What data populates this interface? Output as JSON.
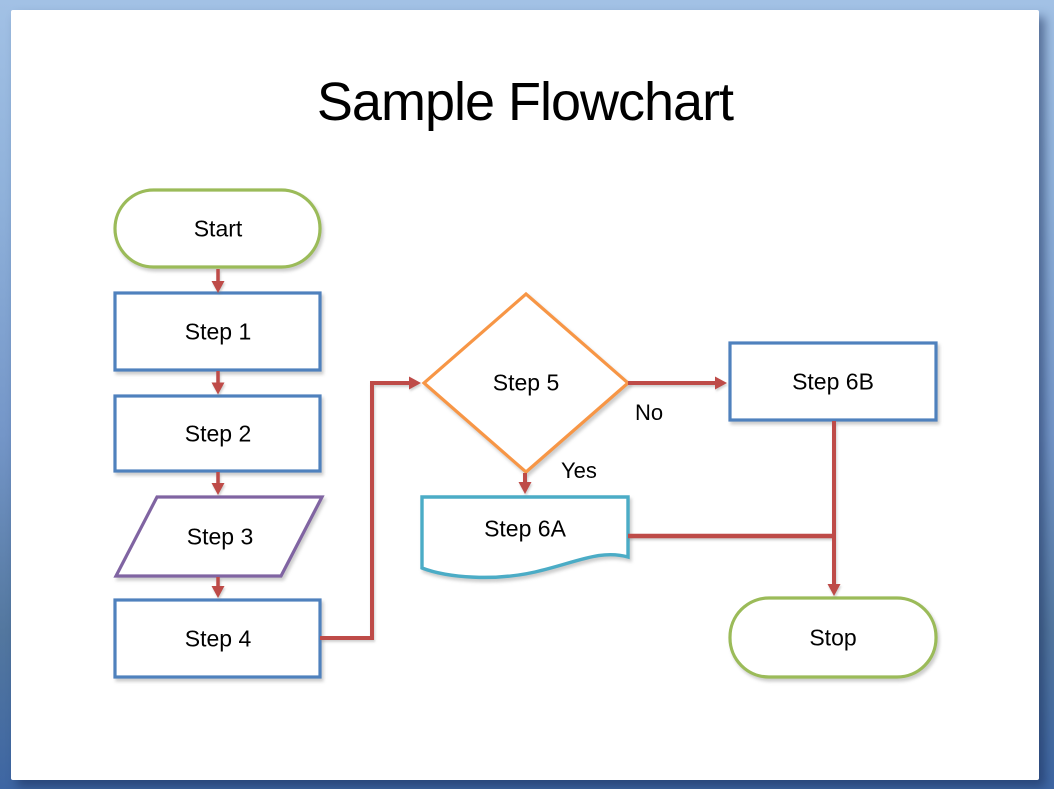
{
  "slide": {
    "title": "Sample Flowchart",
    "canvas_color": "#FFFFFF",
    "frame_gradient_top": "#A2C1E5",
    "frame_gradient_bottom": "#3E66A3"
  },
  "flowchart": {
    "connector_color": "#BE4B48",
    "edge_labels": {
      "yes": "Yes",
      "no": "No"
    },
    "nodes": [
      {
        "id": "start",
        "label": "Start",
        "shape": "terminator",
        "color": "#9BBB59"
      },
      {
        "id": "step1",
        "label": "Step 1",
        "shape": "process",
        "color": "#4F81BD"
      },
      {
        "id": "step2",
        "label": "Step 2",
        "shape": "process",
        "color": "#4F81BD"
      },
      {
        "id": "step3",
        "label": "Step 3",
        "shape": "data",
        "color": "#8064A2"
      },
      {
        "id": "step4",
        "label": "Step 4",
        "shape": "process",
        "color": "#4F81BD"
      },
      {
        "id": "step5",
        "label": "Step 5",
        "shape": "decision",
        "color": "#F79646"
      },
      {
        "id": "step6a",
        "label": "Step 6A",
        "shape": "document",
        "color": "#4BACC6"
      },
      {
        "id": "step6b",
        "label": "Step 6B",
        "shape": "process",
        "color": "#4F81BD"
      },
      {
        "id": "stop",
        "label": "Stop",
        "shape": "terminator",
        "color": "#9BBB59"
      }
    ],
    "edges": [
      {
        "from": "Start",
        "to": "Step 1"
      },
      {
        "from": "Step 1",
        "to": "Step 2"
      },
      {
        "from": "Step 2",
        "to": "Step 3"
      },
      {
        "from": "Step 3",
        "to": "Step 4"
      },
      {
        "from": "Step 4",
        "to": "Step 5"
      },
      {
        "from": "Step 5",
        "to": "Step 6A",
        "label": "Yes"
      },
      {
        "from": "Step 5",
        "to": "Step 6B",
        "label": "No"
      },
      {
        "from": "Step 6A",
        "to": "Stop"
      },
      {
        "from": "Step 6B",
        "to": "Stop"
      }
    ]
  }
}
